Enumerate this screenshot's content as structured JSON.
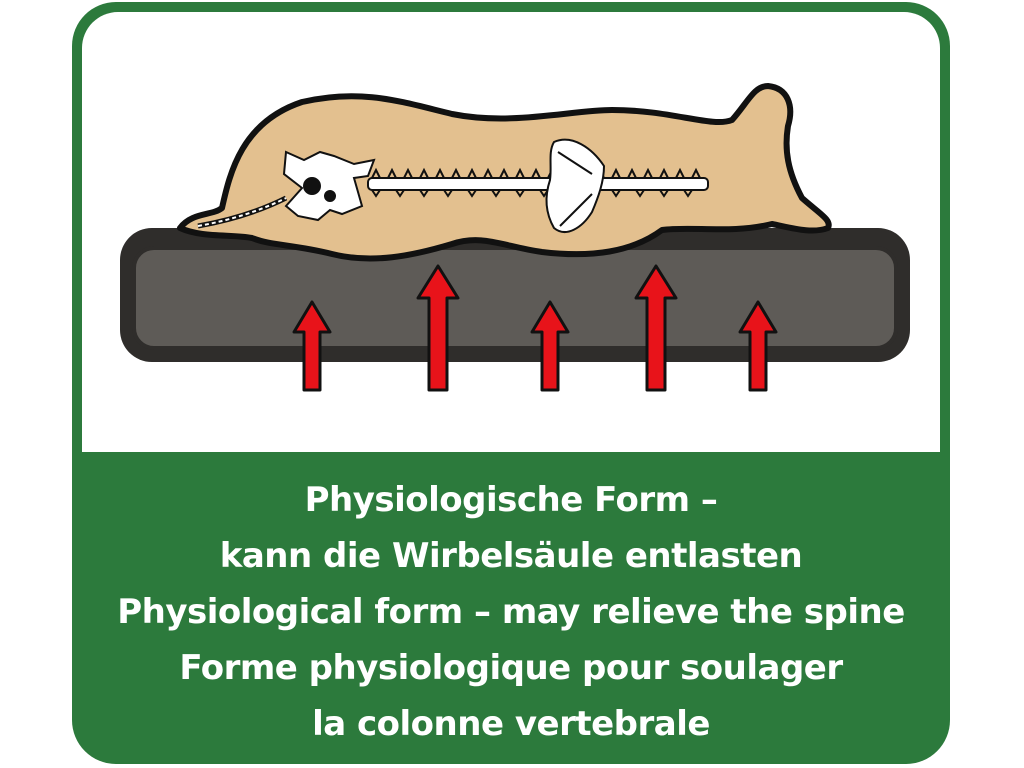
{
  "colors": {
    "brand": "#2c7a3c",
    "body": "#e3c08f",
    "mattress": "#5e5b57",
    "mattress_top": "#2f2d2b",
    "arrow": "#e8131a",
    "bone": "#ffffff"
  },
  "icons": [
    "dog-silhouette-icon",
    "spine-skeleton-icon",
    "mattress-icon",
    "arrow-up-icon"
  ],
  "caption": {
    "line1": "Physiologische Form –",
    "line2": "kann die Wirbelsäule entlasten",
    "line3": "Physiological form – may relieve the spine",
    "line4": "Forme physiologique pour soulager",
    "line5": "la colonne vertebrale"
  }
}
